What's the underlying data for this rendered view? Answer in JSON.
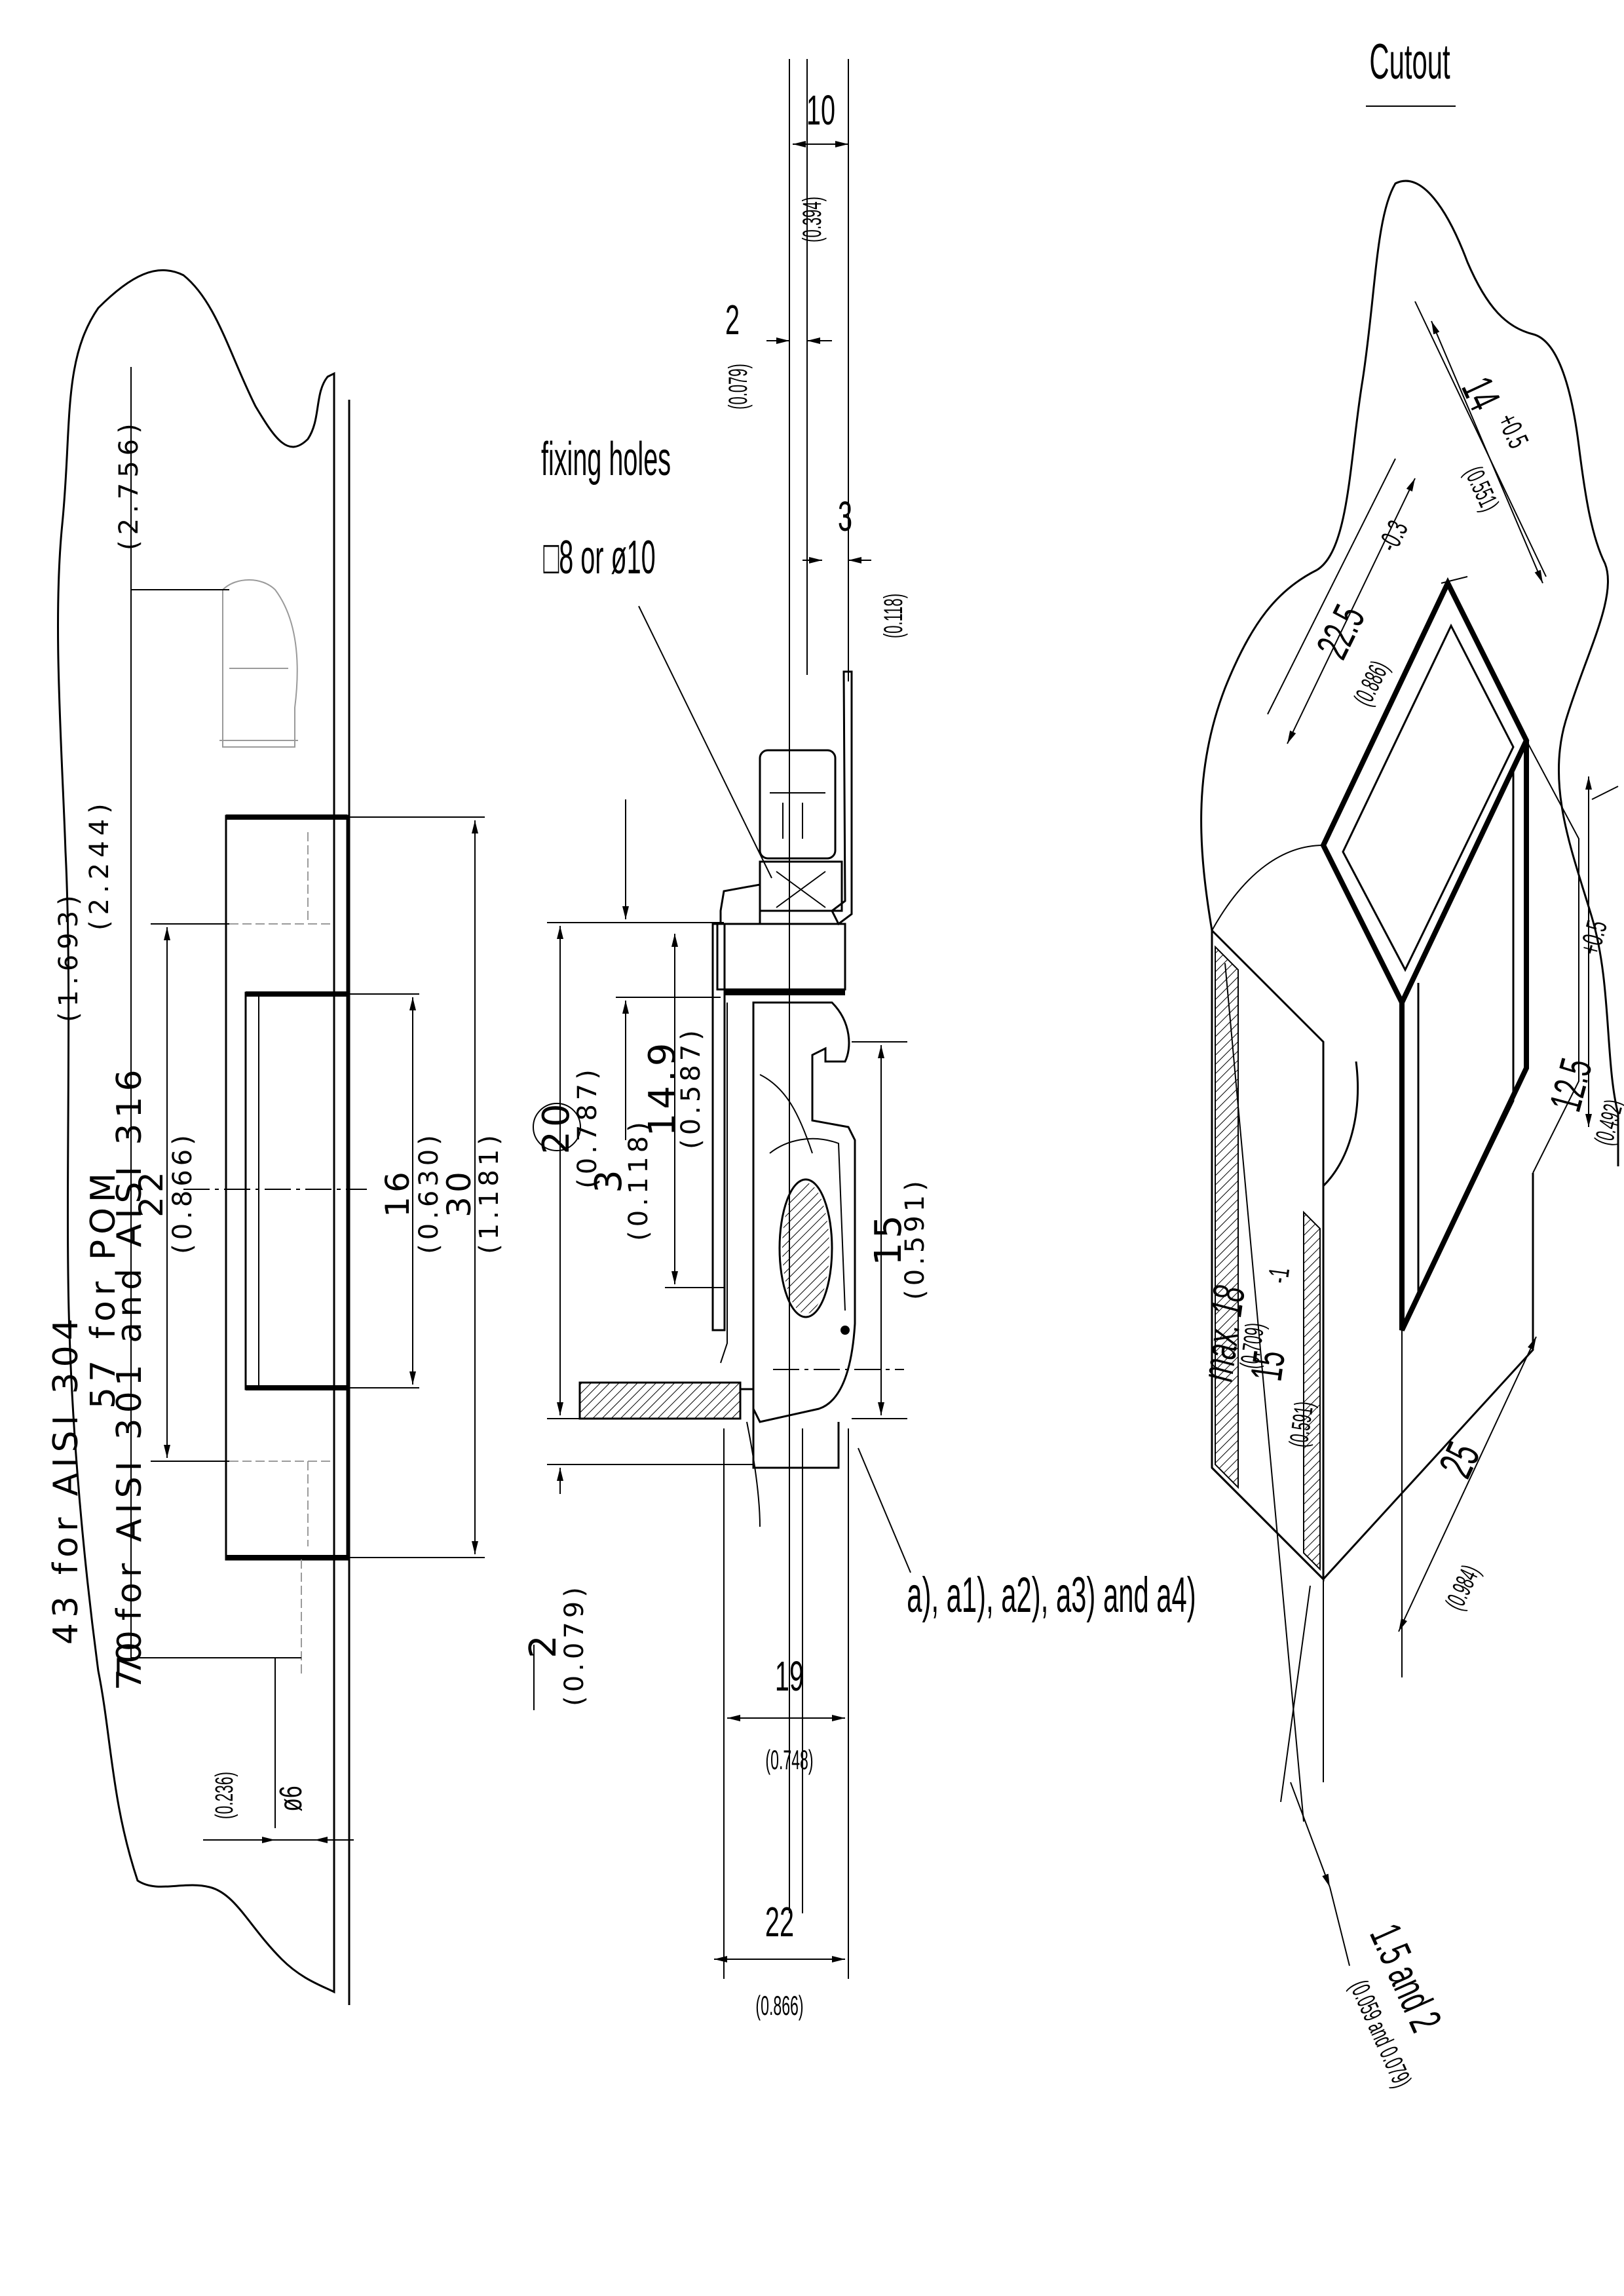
{
  "cutout": {
    "title": "Cutout"
  },
  "left_view": {
    "material_line1": "43 for AISI 304",
    "material_line1_in": "(1.693)",
    "material_line2": "57 for POM",
    "material_line2_in": "(2.244)",
    "material_line3": "70 for AISI 301 and AISI 316",
    "material_line3_in": "(2.756)",
    "dim_22": "22",
    "dim_22_in": "(0.866)",
    "dim_16": "16",
    "dim_16_in": "(0.630)",
    "dim_30": "30",
    "dim_30_in": "(1.181)",
    "dim_70": "70",
    "dim_d6": "ø6",
    "dim_d6_in": "(0.236)"
  },
  "middle_view": {
    "dim_10": "10",
    "dim_10_in": "(0.394)",
    "dim_2_top": "2",
    "dim_2_top_in": "(0.079)",
    "dim_3_top": "3",
    "dim_3_top_in": "(0.118)",
    "fixing_line1": "fixing holes",
    "fixing_line2": "□8 or ø10",
    "dim_20": "20",
    "dim_20_in": "(0.787)",
    "dim_3_side": "3",
    "dim_3_side_in": "(0.118)",
    "dim_14_9": "14.9",
    "dim_14_9_in": "(0.587)",
    "dim_15": "15",
    "dim_15_in": "(0.591)",
    "dim_2_side": "2",
    "dim_2_side_in": "(0.079)",
    "variants": "a), a1), a2), a3) and a4)",
    "dim_19": "19",
    "dim_19_in": "(0.748)",
    "dim_22": "22",
    "dim_22_in": "(0.866)"
  },
  "cutout_view": {
    "dim_14": "14",
    "dim_14_tol": "+0.5",
    "dim_14_in": "(0.551)",
    "dim_22_5": "22.5",
    "dim_22_5_tol": "-0.3",
    "dim_22_5_in": "(0.886)",
    "dim_12_5": "12.5",
    "dim_12_5_tol": "+0.5",
    "dim_12_5_in": "(0.492)",
    "dim_max18": "max. 18",
    "dim_max18_in": "(0.709)",
    "dim_15": "15",
    "dim_15_tol": "-1",
    "dim_15_in": "(0.591)",
    "dim_25": "25",
    "dim_25_in": "(0.984)",
    "dim_thk": "1.5 and 2",
    "dim_thk_in": "(0.059 and 0.079)"
  }
}
